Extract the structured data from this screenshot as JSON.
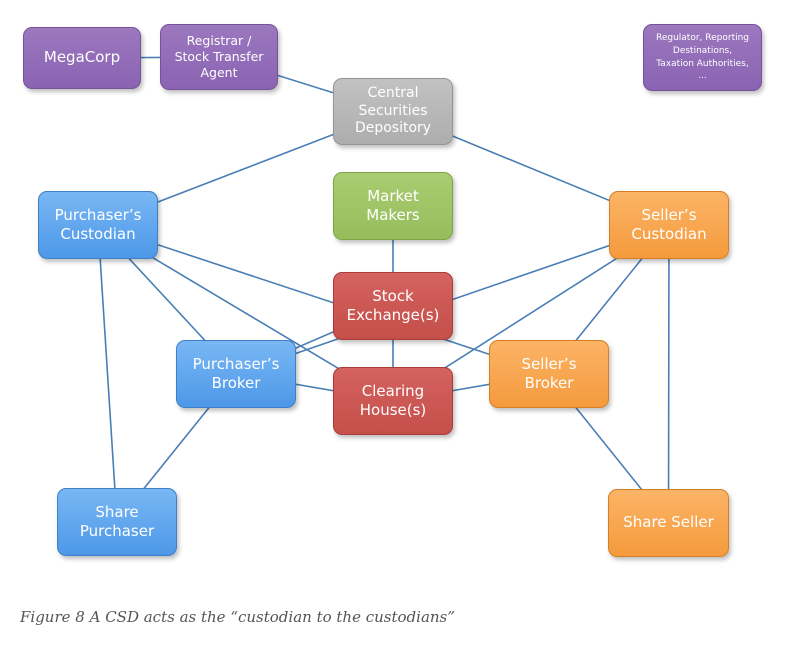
{
  "nodes": {
    "megacorp": {
      "lines": [
        "MegaCorp"
      ],
      "color": "purple"
    },
    "registrar": {
      "lines": [
        "Registrar /",
        "Stock Transfer",
        "Agent"
      ],
      "color": "purple"
    },
    "regulator": {
      "lines": [
        "Regulator, Reporting",
        "Destinations,",
        "Taxation Authorities,",
        "..."
      ],
      "color": "purple"
    },
    "csd": {
      "lines": [
        "Central",
        "Securities",
        "Depository"
      ],
      "color": "gray"
    },
    "market_makers": {
      "lines": [
        "Market",
        "Makers"
      ],
      "color": "green"
    },
    "stock_exchange": {
      "lines": [
        "Stock",
        "Exchange(s)"
      ],
      "color": "red"
    },
    "clearing_house": {
      "lines": [
        "Clearing",
        "House(s)"
      ],
      "color": "red"
    },
    "purchasers_custodian": {
      "lines": [
        "Purchaser’s",
        "Custodian"
      ],
      "color": "blue"
    },
    "purchasers_broker": {
      "lines": [
        "Purchaser’s",
        "Broker"
      ],
      "color": "blue"
    },
    "share_purchaser": {
      "lines": [
        "Share",
        "Purchaser"
      ],
      "color": "blue"
    },
    "sellers_custodian": {
      "lines": [
        "Seller’s",
        "Custodian"
      ],
      "color": "orange"
    },
    "sellers_broker": {
      "lines": [
        "Seller’s",
        "Broker"
      ],
      "color": "orange"
    },
    "share_seller": {
      "lines": [
        "Share Seller"
      ],
      "color": "orange"
    }
  },
  "edges": [
    [
      "megacorp",
      "registrar"
    ],
    [
      "registrar",
      "csd"
    ],
    [
      "csd",
      "purchasers_custodian"
    ],
    [
      "csd",
      "sellers_custodian"
    ],
    [
      "market_makers",
      "stock_exchange"
    ],
    [
      "stock_exchange",
      "clearing_house"
    ],
    [
      "purchasers_custodian",
      "share_purchaser"
    ],
    [
      "purchasers_custodian",
      "purchasers_broker"
    ],
    [
      "purchasers_custodian",
      "clearing_house"
    ],
    [
      "purchasers_custodian",
      "sellers_broker"
    ],
    [
      "purchasers_broker",
      "share_purchaser"
    ],
    [
      "purchasers_broker",
      "stock_exchange"
    ],
    [
      "purchasers_broker",
      "clearing_house"
    ],
    [
      "sellers_custodian",
      "share_seller"
    ],
    [
      "sellers_custodian",
      "sellers_broker"
    ],
    [
      "sellers_custodian",
      "clearing_house"
    ],
    [
      "sellers_custodian",
      "purchasers_broker"
    ],
    [
      "sellers_broker",
      "clearing_house"
    ],
    [
      "sellers_broker",
      "share_seller"
    ]
  ],
  "line_color": "#4a7fb5",
  "caption": "Figure 8 A CSD acts as the “custodian to the custodians”"
}
